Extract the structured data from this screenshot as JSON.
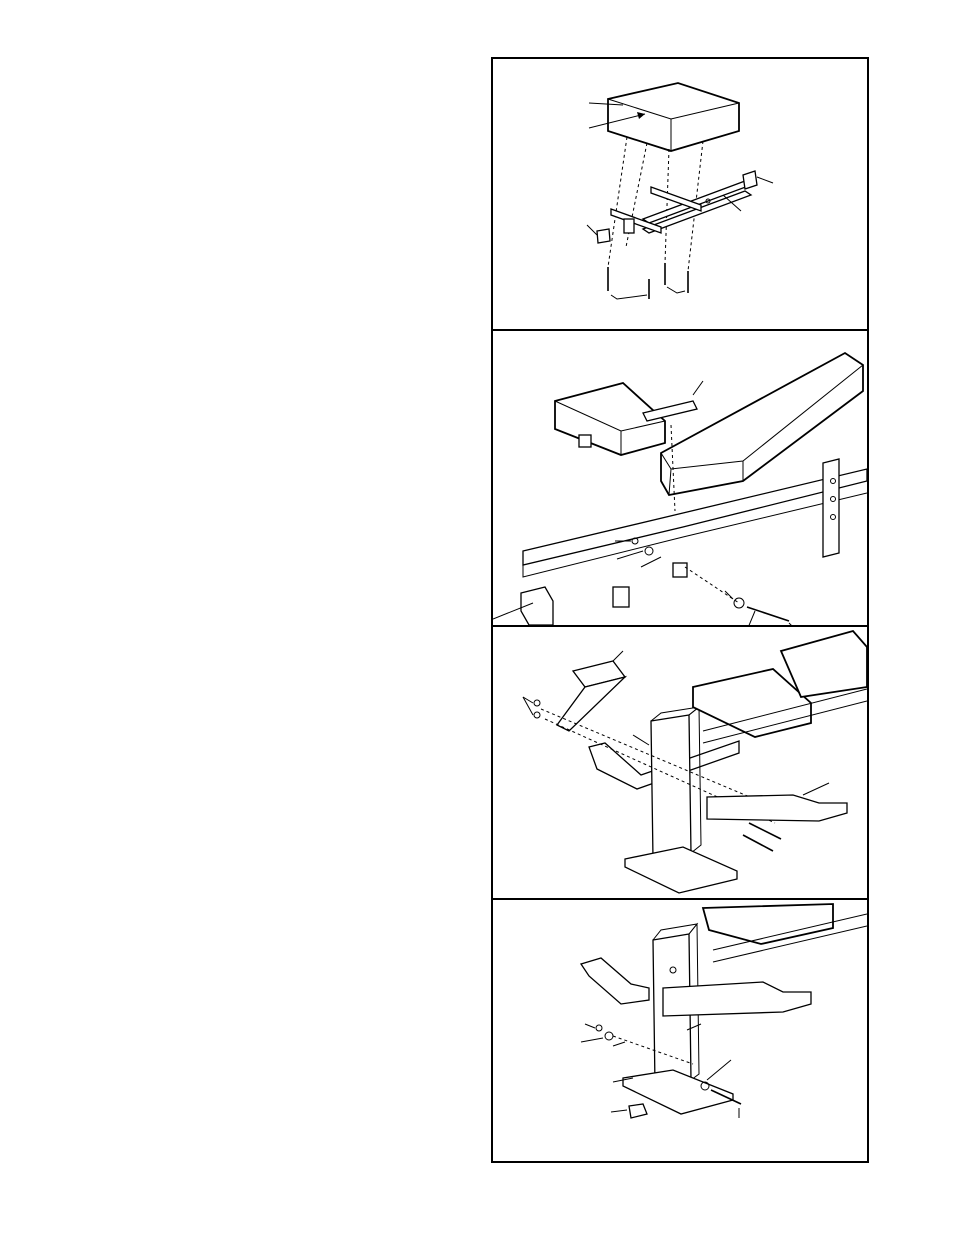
{
  "figure": {
    "panel_count": 4,
    "panels": [
      {
        "id": 1,
        "content": "pad-and-bracket-exploded-view"
      },
      {
        "id": 2,
        "content": "bench-and-leg-tube-attachment"
      },
      {
        "id": 3,
        "content": "leg-lever-attachment-to-upright"
      },
      {
        "id": 4,
        "content": "upright-and-foot-base-assembly"
      }
    ]
  }
}
